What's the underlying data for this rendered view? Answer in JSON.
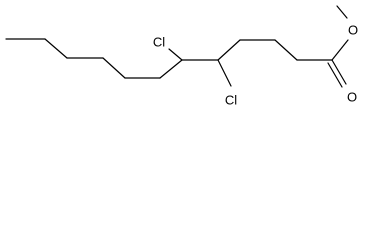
{
  "molecule": {
    "type": "skeletal-structure",
    "atoms": {
      "cl_top": "Cl",
      "cl_bottom": "Cl",
      "o_carbonyl": "O",
      "o_ester": "O"
    },
    "colors": {
      "bond": "#000000",
      "label": "#000000",
      "background": "#ffffff"
    }
  }
}
